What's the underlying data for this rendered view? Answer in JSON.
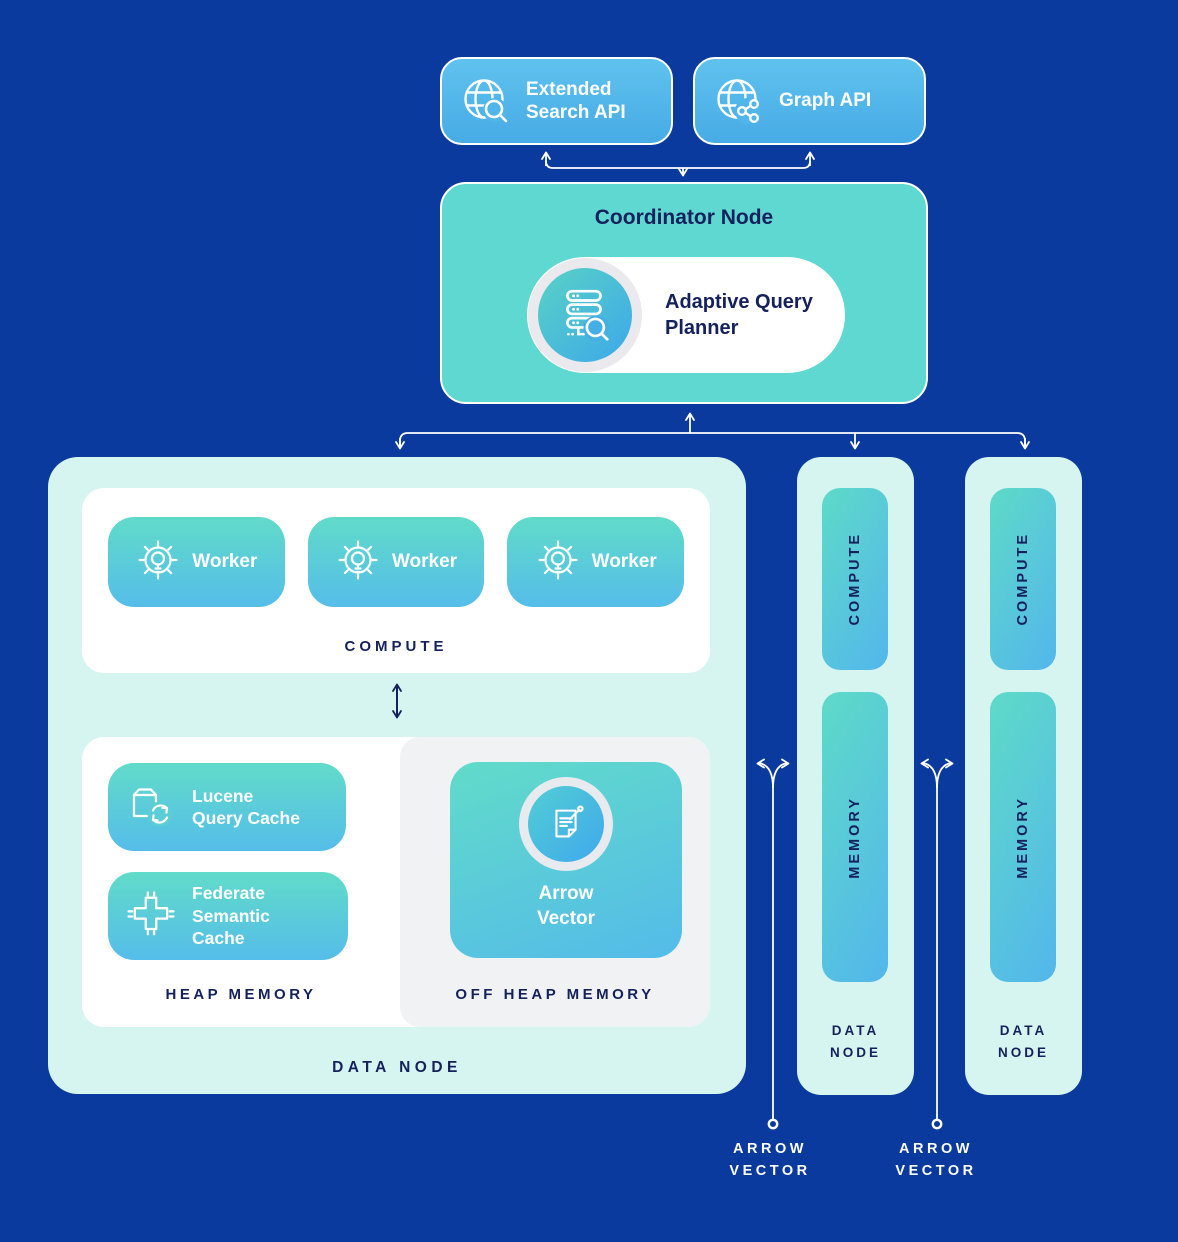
{
  "colors": {
    "background": "#0b3a9e",
    "node_mint": "#d7f5f0",
    "coordinator_teal": "#5fd8d1",
    "api_blue_top": "#5fc2ee",
    "api_blue_bottom": "#47abe5",
    "card_gradient_teal": "#61dbc9",
    "card_gradient_blue": "#55bde9",
    "navy_text": "#15215c",
    "off_heap_grey": "#f1f2f4",
    "connector_white": "#ffffff"
  },
  "api_boxes": [
    {
      "label": "Extended Search API",
      "icon": "globe-search-icon"
    },
    {
      "label": "Graph API",
      "icon": "globe-share-icon"
    }
  ],
  "coordinator": {
    "title": "Coordinator Node",
    "planner": {
      "label": "Adaptive Query Planner",
      "icon": "server-search-icon"
    }
  },
  "main_data_node": {
    "label": "DATA NODE",
    "compute_section": {
      "label": "COMPUTE",
      "workers": [
        {
          "label": "Worker",
          "icon": "gear-bulb-icon"
        },
        {
          "label": "Worker",
          "icon": "gear-bulb-icon"
        },
        {
          "label": "Worker",
          "icon": "gear-bulb-icon"
        }
      ]
    },
    "heap_section": {
      "label": "HEAP MEMORY",
      "cards": [
        {
          "label": "Lucene Query Cache",
          "icon": "package-sync-icon"
        },
        {
          "label": "Federate Semantic Cache",
          "icon": "cross-connector-icon"
        }
      ]
    },
    "off_heap_section": {
      "label": "OFF HEAP MEMORY",
      "card": {
        "label": "Arrow Vector",
        "icon": "document-edit-icon"
      }
    }
  },
  "column_data_nodes": [
    {
      "compute_label": "COMPUTE",
      "memory_label": "MEMORY",
      "label": "DATA NODE"
    },
    {
      "compute_label": "COMPUTE",
      "memory_label": "MEMORY",
      "label": "DATA NODE"
    }
  ],
  "arrow_vector_labels": [
    {
      "label": "ARROW VECTOR"
    },
    {
      "label": "ARROW VECTOR"
    }
  ]
}
